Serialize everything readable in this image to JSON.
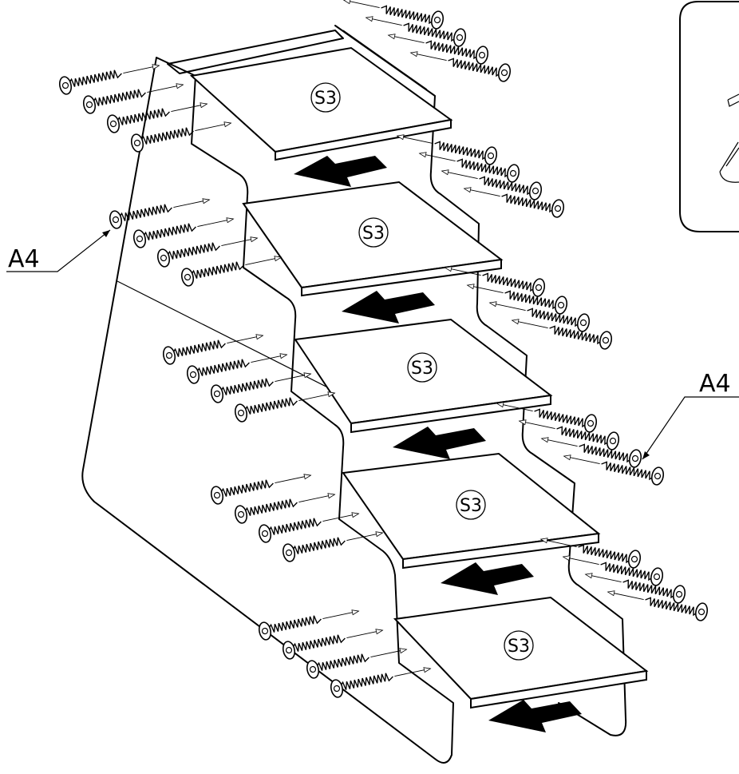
{
  "callouts": {
    "left_label": "A4",
    "right_label": "A4"
  },
  "parts": {
    "shelf_labels": [
      "S3",
      "S3",
      "S3",
      "S3",
      "S3"
    ]
  }
}
